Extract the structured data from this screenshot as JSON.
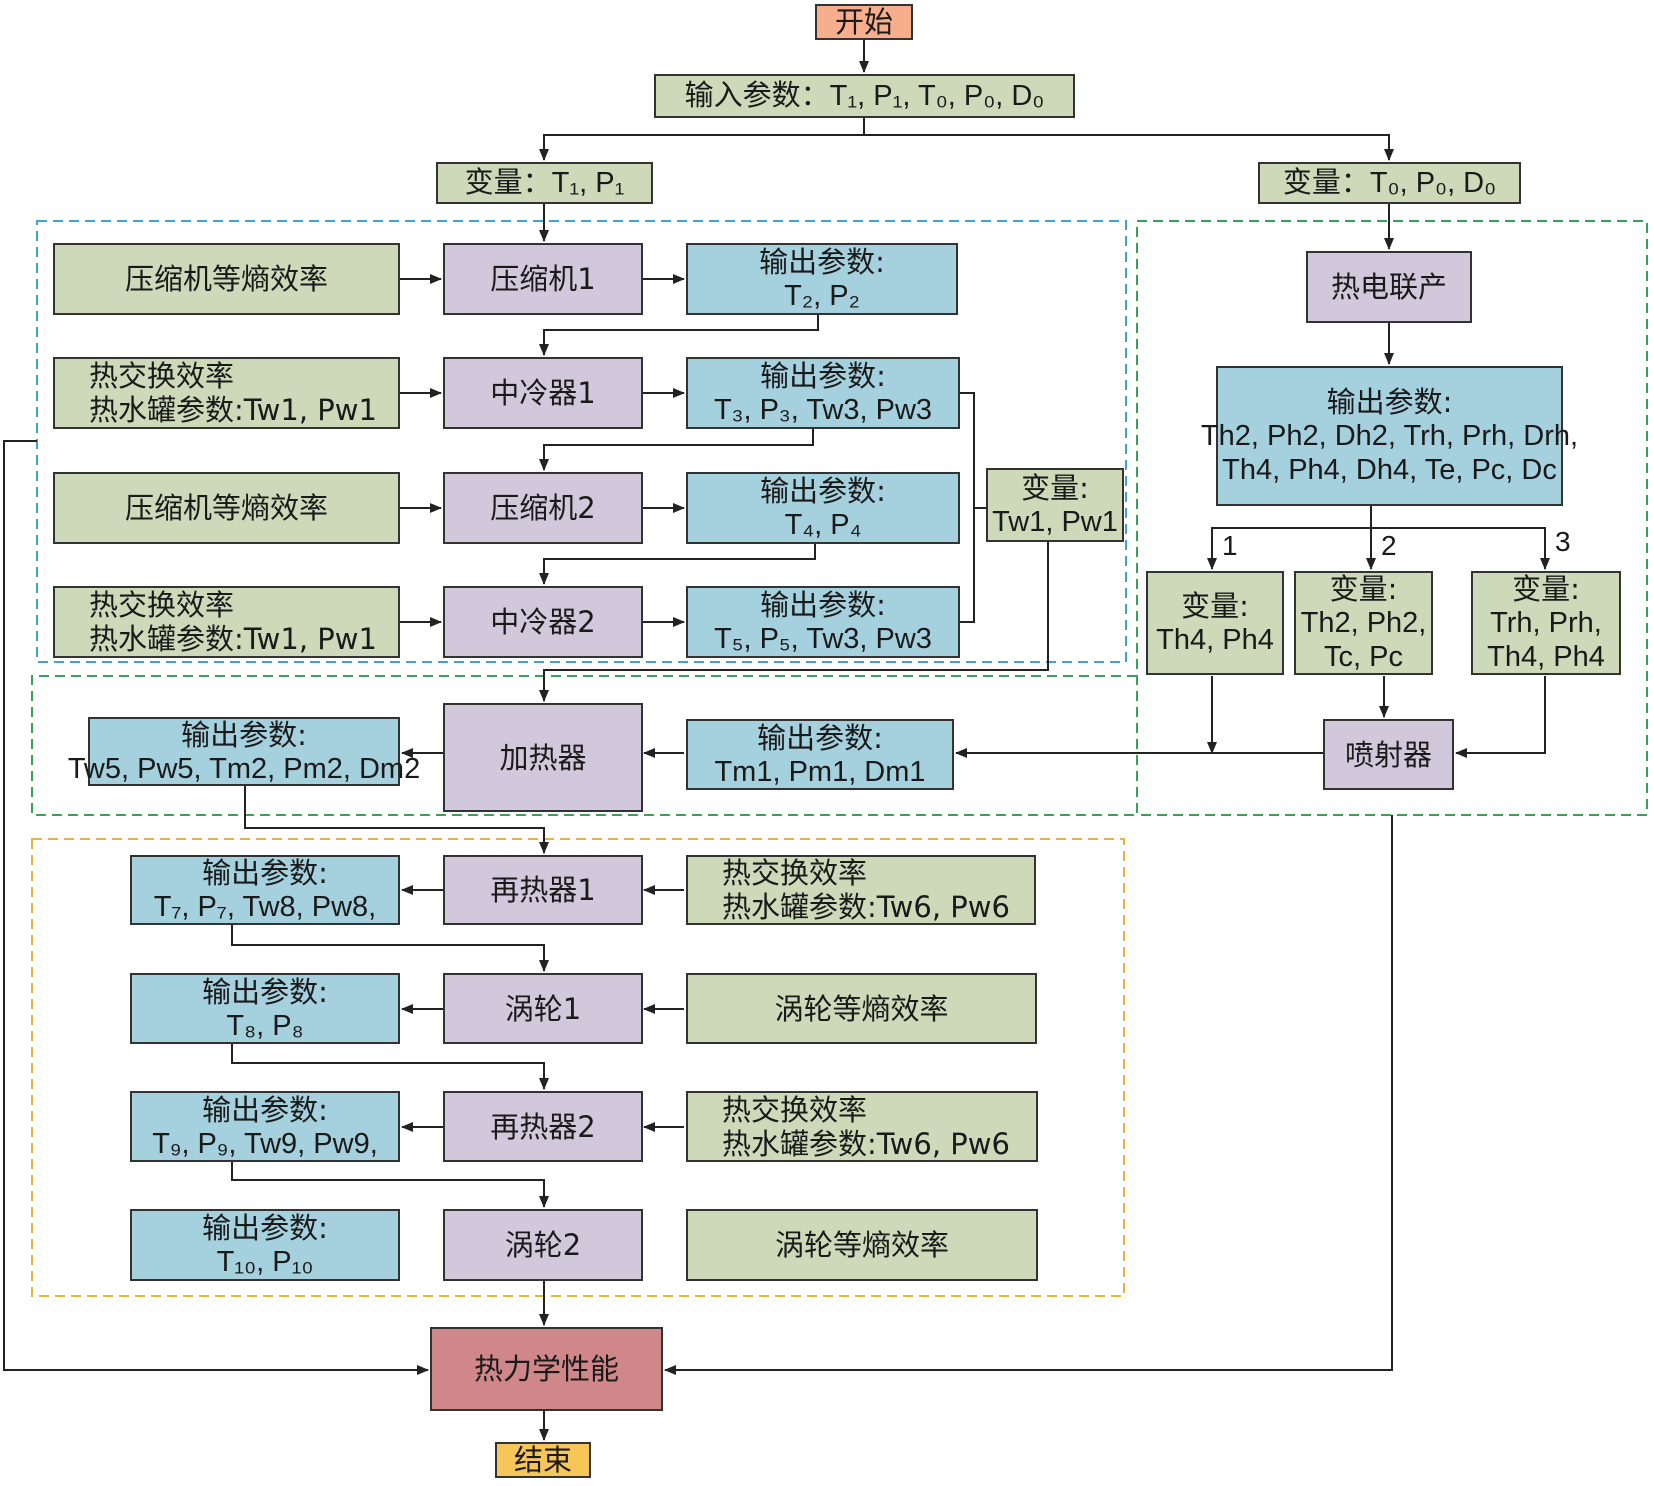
{
  "nodes": {
    "start": "开始",
    "input": "输入参数：T₁, P₁, T₀, P₀, D₀",
    "var_left": "变量：T₁, P₁",
    "var_right": "变量：T₀, P₀, D₀",
    "comp_eff1": "压缩机等熵效率",
    "compressor1": "压缩机1",
    "out_c1_l1": "输出参数:",
    "out_c1_l2": "T₂, P₂",
    "hx_eff_a1": "热交换效率",
    "hx_tank_a1": "热水罐参数:Tw1, Pw1",
    "intercooler1": "中冷器1",
    "out_ic1_l1": "输出参数:",
    "out_ic1_l2": "T₃, P₃, Tw3, Pw3",
    "comp_eff2": "压缩机等熵效率",
    "compressor2": "压缩机2",
    "out_c2_l1": "输出参数:",
    "out_c2_l2": "T₄, P₄",
    "hx_eff_a2": "热交换效率",
    "hx_tank_a2": "热水罐参数:Tw1, Pw1",
    "intercooler2": "中冷器2",
    "out_ic2_l1": "输出参数:",
    "out_ic2_l2": "T₅, P₅, Tw3, Pw3",
    "var_w1_l1": "变量:",
    "var_w1_l2": "Tw1, Pw1",
    "chp": "热电联产",
    "out_chp_l1": "输出参数:",
    "out_chp_l2": "Th2, Ph2, Dh2, Trh, Prh, Drh,",
    "out_chp_l3": "Th4, Ph4, Dh4, Te, Pc, Dc",
    "branch1": "1",
    "branch2": "2",
    "branch3": "3",
    "var_b1_l1": "变量:",
    "var_b1_l2": "Th4, Ph4",
    "var_b2_l1": "变量:",
    "var_b2_l2": "Th2, Ph2,",
    "var_b2_l3": "Tc, Pc",
    "var_b3_l1": "变量:",
    "var_b3_l2": "Trh, Prh,",
    "var_b3_l3": "Th4, Ph4",
    "ejector": "喷射器",
    "out_m1_l1": "输出参数:",
    "out_m1_l2": "Tm1, Pm1, Dm1",
    "heater": "加热器",
    "out_heater_l1": "输出参数:",
    "out_heater_l2": "Tw5, Pw5, Tm2, Pm2, Dm2",
    "reheater1": "再热器1",
    "out_rh1_l1": "输出参数:",
    "out_rh1_l2": "T₇, P₇, Tw8, Pw8,",
    "hx_eff_b1": "热交换效率",
    "hx_tank_b1": "热水罐参数:Tw6, Pw6",
    "turbine1": "涡轮1",
    "out_t1_l1": "输出参数:",
    "out_t1_l2": "T₈, P₈",
    "turb_eff1": "涡轮等熵效率",
    "reheater2": "再热器2",
    "out_rh2_l1": "输出参数:",
    "out_rh2_l2": "T₉, P₉, Tw9, Pw9,",
    "hx_eff_b2": "热交换效率",
    "hx_tank_b2": "热水罐参数:Tw6, Pw6",
    "turbine2": "涡轮2",
    "out_t2_l1": "输出参数:",
    "out_t2_l2": "T₁₀, P₁₀",
    "turb_eff2": "涡轮等熵效率",
    "thermo": "热力学性能",
    "end": "结束"
  },
  "colors": {
    "input_green": "#cdd9b8",
    "output_blue": "#a5d0dd",
    "process_purple": "#d2c8dc",
    "start_orange": "#f6ae8c",
    "result_red": "#cf878a",
    "end_yellow": "#f6c659",
    "group_blue_dash": "#3aa6d6",
    "group_green_dash": "#3aa15a",
    "group_yellow_dash": "#e6b43c"
  }
}
